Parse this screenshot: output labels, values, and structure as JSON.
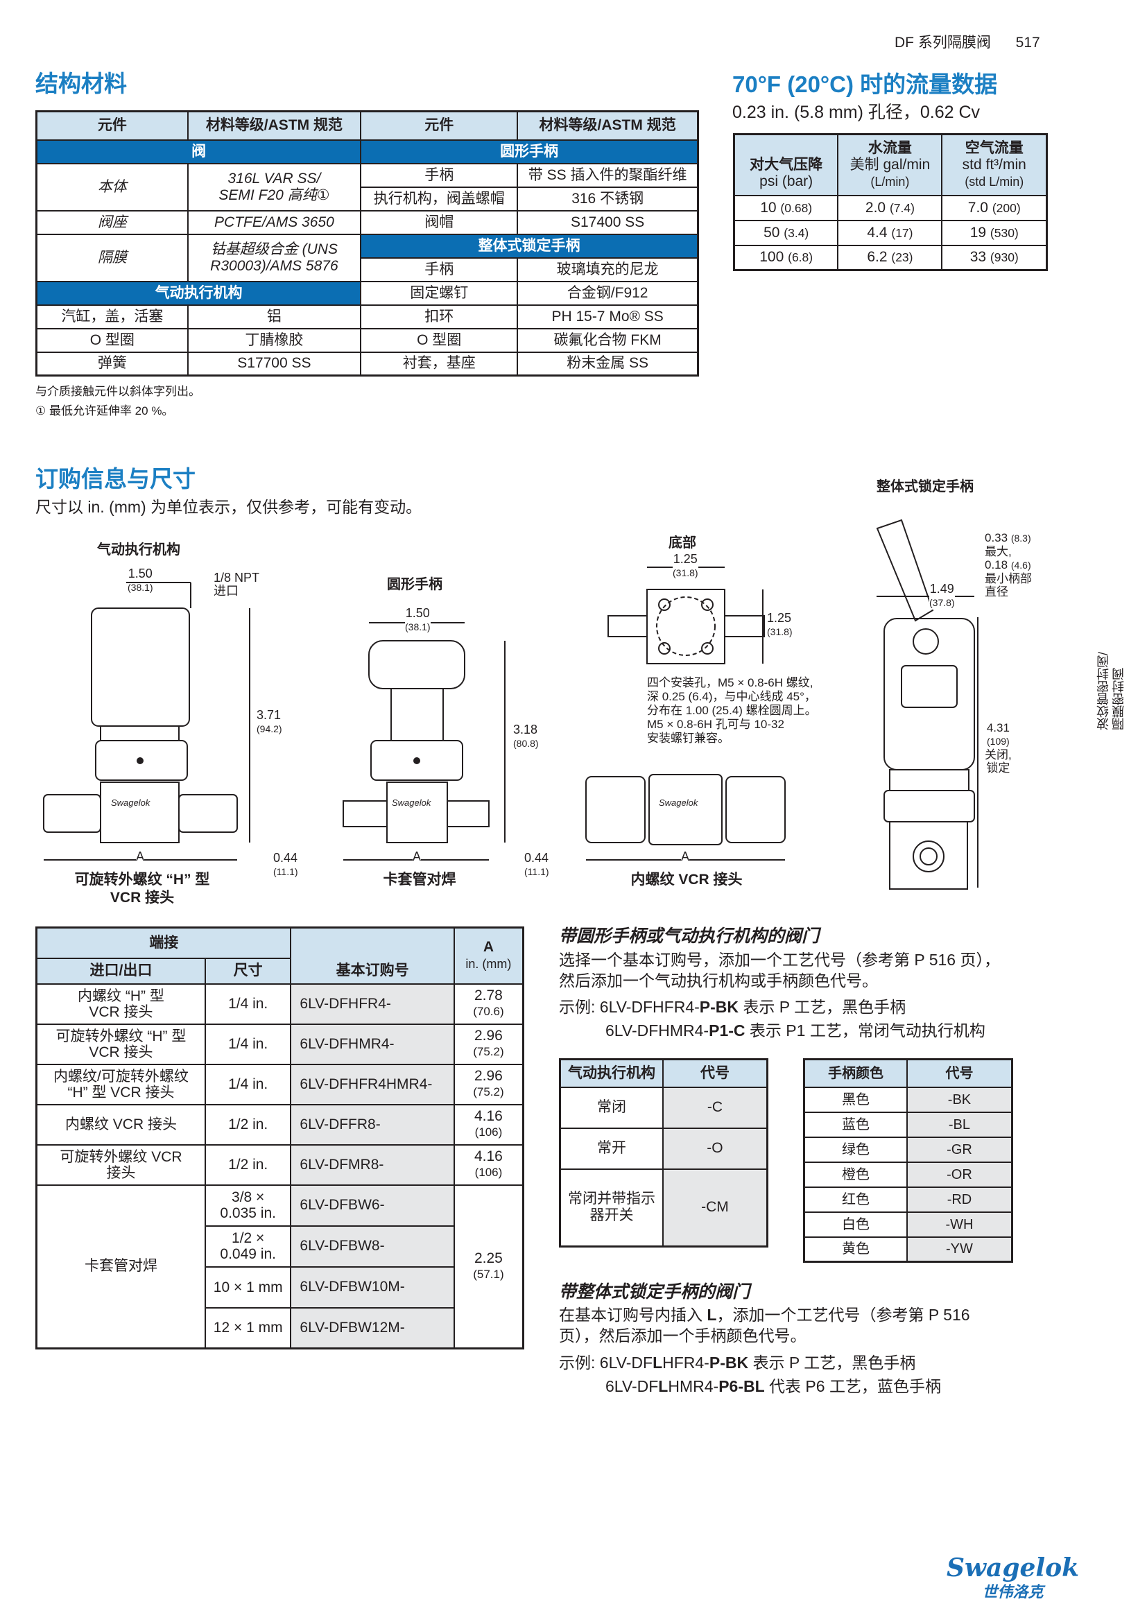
{
  "header": {
    "section": "DF 系列隔膜阀",
    "page": "517"
  },
  "materials": {
    "title": "结构材料",
    "headers": [
      "元件",
      "材料等级/ASTM 规范",
      "元件",
      "材料等级/ASTM 规范"
    ],
    "band_valve": "阀",
    "band_round": "圆形手柄",
    "band_lock": "整体式锁定手柄",
    "band_actuator": "气动执行机构",
    "body": {
      "part": "本体",
      "mat1": "316L VAR SS/",
      "mat2": "SEMI F20 高纯①"
    },
    "seat": {
      "part": "阀座",
      "mat": "PCTFE/AMS 3650"
    },
    "diaphragm": {
      "part": "隔膜",
      "mat1": "钴基超级合金 (UNS",
      "mat2": "R30003)/AMS 5876"
    },
    "actuator_rows": [
      {
        "part": "汽缸，盖，活塞",
        "mat": "铝"
      },
      {
        "part": "O 型圈",
        "mat": "丁腈橡胶"
      },
      {
        "part": "弹簧",
        "mat": "S17700 SS"
      }
    ],
    "round_rows": [
      {
        "part": "手柄",
        "mat": "带 SS 插入件的聚酯纤维"
      },
      {
        "part": "执行机构，阀盖螺帽",
        "mat": "316 不锈钢"
      },
      {
        "part": "阀帽",
        "mat": "S17400 SS"
      }
    ],
    "lock_rows": [
      {
        "part": "手柄",
        "mat": "玻璃填充的尼龙"
      },
      {
        "part": "固定螺钉",
        "mat": "合金钢/F912"
      },
      {
        "part": "扣环",
        "mat": "PH 15-7 Mo® SS"
      },
      {
        "part": "O 型圈",
        "mat": "碳氟化合物 FKM"
      },
      {
        "part": "衬套，基座",
        "mat": "粉末金属 SS"
      }
    ],
    "note1": "与介质接触元件以斜体字列出。",
    "note2": "① 最低允许延伸率 20 %。"
  },
  "flow": {
    "title": "70°F (20°C) 时的流量数据",
    "subtitle": "0.23 in. (5.8 mm) 孔径，0.62 Cv",
    "headers": [
      {
        "l1": "对大气压降",
        "l2": "psi (bar)"
      },
      {
        "l0": "水流量",
        "l1": "美制 gal/min",
        "l2": "(L/min)"
      },
      {
        "l0": "空气流量",
        "l1": "std ft³/min",
        "l2": "(std L/min)"
      }
    ],
    "rows": [
      [
        "10",
        "(0.68)",
        "2.0",
        "(7.4)",
        "7.0",
        "(200)"
      ],
      [
        "50",
        "(3.4)",
        "4.4",
        "(17)",
        "19",
        "(530)"
      ],
      [
        "100",
        "(6.8)",
        "6.2",
        "(23)",
        "33",
        "(930)"
      ]
    ]
  },
  "ordering": {
    "title": "订购信息与尺寸",
    "subtitle": "尺寸以 in. (mm) 为单位表示，仅供参考，可能有变动。"
  },
  "drawings": {
    "pneumatic": {
      "title": "气动执行机构",
      "w": "1.50",
      "w_mm": "(38.1)",
      "npt": "1/8 NPT",
      "npt2": "进口",
      "h": "3.71",
      "h_mm": "(94.2)",
      "e": "0.44",
      "e_mm": "(11.1)",
      "a": "A",
      "cap1": "可旋转外螺纹 “H” 型",
      "cap2": "VCR 接头"
    },
    "round": {
      "title": "圆形手柄",
      "w": "1.50",
      "w_mm": "(38.1)",
      "h": "3.18",
      "h_mm": "(80.8)",
      "e": "0.44",
      "e_mm": "(11.1)",
      "a": "A",
      "cap": "卡套管对焊"
    },
    "bottom": {
      "title": "底部",
      "w": "1.25",
      "w_mm": "(31.8)",
      "h": "1.25",
      "h_mm": "(31.8)",
      "note": [
        "四个安装孔，M5 × 0.8-6H 螺纹,",
        "深 0.25 (6.4)，与中心线成 45°，",
        "分布在 1.00 (25.4) 螺栓圆周上。",
        "M5 × 0.8-6H 孔可与 10-32",
        "安装螺钉兼容。"
      ]
    },
    "vcr": {
      "a": "A",
      "cap": "内螺纹 VCR 接头"
    },
    "lock": {
      "title": "整体式锁定手柄",
      "d1": "0.33",
      "d1_mm": "(8.3)",
      "d1_t": "最大,",
      "d2": "0.18",
      "d2_mm": "(4.6)",
      "d2_t1": "最小柄部",
      "d2_t2": "直径",
      "w": "1.49",
      "w_mm": "(37.8)",
      "h": "4.31",
      "h_mm": "(109)",
      "h_t1": "关闭,",
      "h_t2": "锁定"
    },
    "brand_mark": "Swagelok"
  },
  "order_table": {
    "h_end": "端接",
    "h_io": "进口/出口",
    "h_size": "尺寸",
    "h_pn": "基本订购号",
    "h_a": "A",
    "h_a_unit": "in. (mm)",
    "rows": [
      {
        "io": "内螺纹 “H” 型\nVCR 接头",
        "size": "1/4 in.",
        "pn": "6LV-DFHFR4-",
        "a": "2.78",
        "a_mm": "(70.6)"
      },
      {
        "io": "可旋转外螺纹 “H” 型\nVCR 接头",
        "size": "1/4 in.",
        "pn": "6LV-DFHMR4-",
        "a": "2.96",
        "a_mm": "(75.2)"
      },
      {
        "io": "内螺纹/可旋转外螺纹\n“H” 型 VCR 接头",
        "size": "1/4 in.",
        "pn": "6LV-DFHFR4HMR4-",
        "a": "2.96",
        "a_mm": "(75.2)"
      },
      {
        "io": "内螺纹 VCR 接头",
        "size": "1/2 in.",
        "pn": "6LV-DFFR8-",
        "a": "4.16",
        "a_mm": "(106)"
      },
      {
        "io": "可旋转外螺纹 VCR\n接头",
        "size": "1/2 in.",
        "pn": "6LV-DFMR8-",
        "a": "4.16",
        "a_mm": "(106)"
      }
    ],
    "bw": {
      "io": "卡套管对焊",
      "a": "2.25",
      "a_mm": "(57.1)",
      "rows": [
        {
          "size": "3/8 ×\n0.035 in.",
          "pn": "6LV-DFBW6-"
        },
        {
          "size": "1/2 ×\n0.049 in.",
          "pn": "6LV-DFBW8-"
        },
        {
          "size": "10 × 1 mm",
          "pn": "6LV-DFBW10M-"
        },
        {
          "size": "12 × 1 mm",
          "pn": "6LV-DFBW12M-"
        }
      ]
    }
  },
  "instructions": {
    "s1_title": "带圆形手柄或气动执行机构的阀门",
    "s1_p1": "选择一个基本订购号，添加一个工艺代号（参考第 P 516 页），",
    "s1_p2": "然后添加一个气动执行机构或手柄颜色代号。",
    "s1_ex_label": "示例: ",
    "s1_ex1": {
      "a": "6LV-DFHFR4-",
      "b": "P-BK",
      "c": " 表示 P 工艺，黑色手柄"
    },
    "s1_ex2": {
      "a": "6LV-DFHMR4-",
      "b": "P1-C",
      "c": " 表示 P1 工艺，常闭气动执行机构"
    },
    "s2_title": "带整体式锁定手柄的阀门",
    "s2_p1a": "在基本订购号内插入 ",
    "s2_p1b": "L",
    "s2_p1c": "，添加一个工艺代号（参考第 P 516",
    "s2_p2": "页），然后添加一个手柄颜色代号。",
    "s2_ex_label": "示例: ",
    "s2_ex1": {
      "a": "6LV-DF",
      "b": "L",
      "c": "HFR4-",
      "d": "P-BK",
      "e": " 表示 P 工艺，黑色手柄"
    },
    "s2_ex2": {
      "a": "6LV-DF",
      "b": "L",
      "c": "HMR4-",
      "d": "P6-BL",
      "e": " 代表 P6 工艺，蓝色手柄"
    }
  },
  "actuator_table": {
    "headers": [
      "气动执行机构",
      "代号"
    ],
    "rows": [
      [
        "常闭",
        "-C"
      ],
      [
        "常开",
        "-O"
      ],
      [
        "常闭并带指示器开关",
        "-CM"
      ]
    ]
  },
  "color_table": {
    "headers": [
      "手柄颜色",
      "代号"
    ],
    "rows": [
      [
        "黑色",
        "-BK"
      ],
      [
        "蓝色",
        "-BL"
      ],
      [
        "绿色",
        "-GR"
      ],
      [
        "橙色",
        "-OR"
      ],
      [
        "红色",
        "-RD"
      ],
      [
        "白色",
        "-WH"
      ],
      [
        "黄色",
        "-YW"
      ]
    ]
  },
  "side_tab": {
    "l1": "波纹管密封阀/",
    "l2": "隔膜密封阀"
  },
  "logo": {
    "brand": "Swagelok",
    "cn": "世伟洛克"
  }
}
